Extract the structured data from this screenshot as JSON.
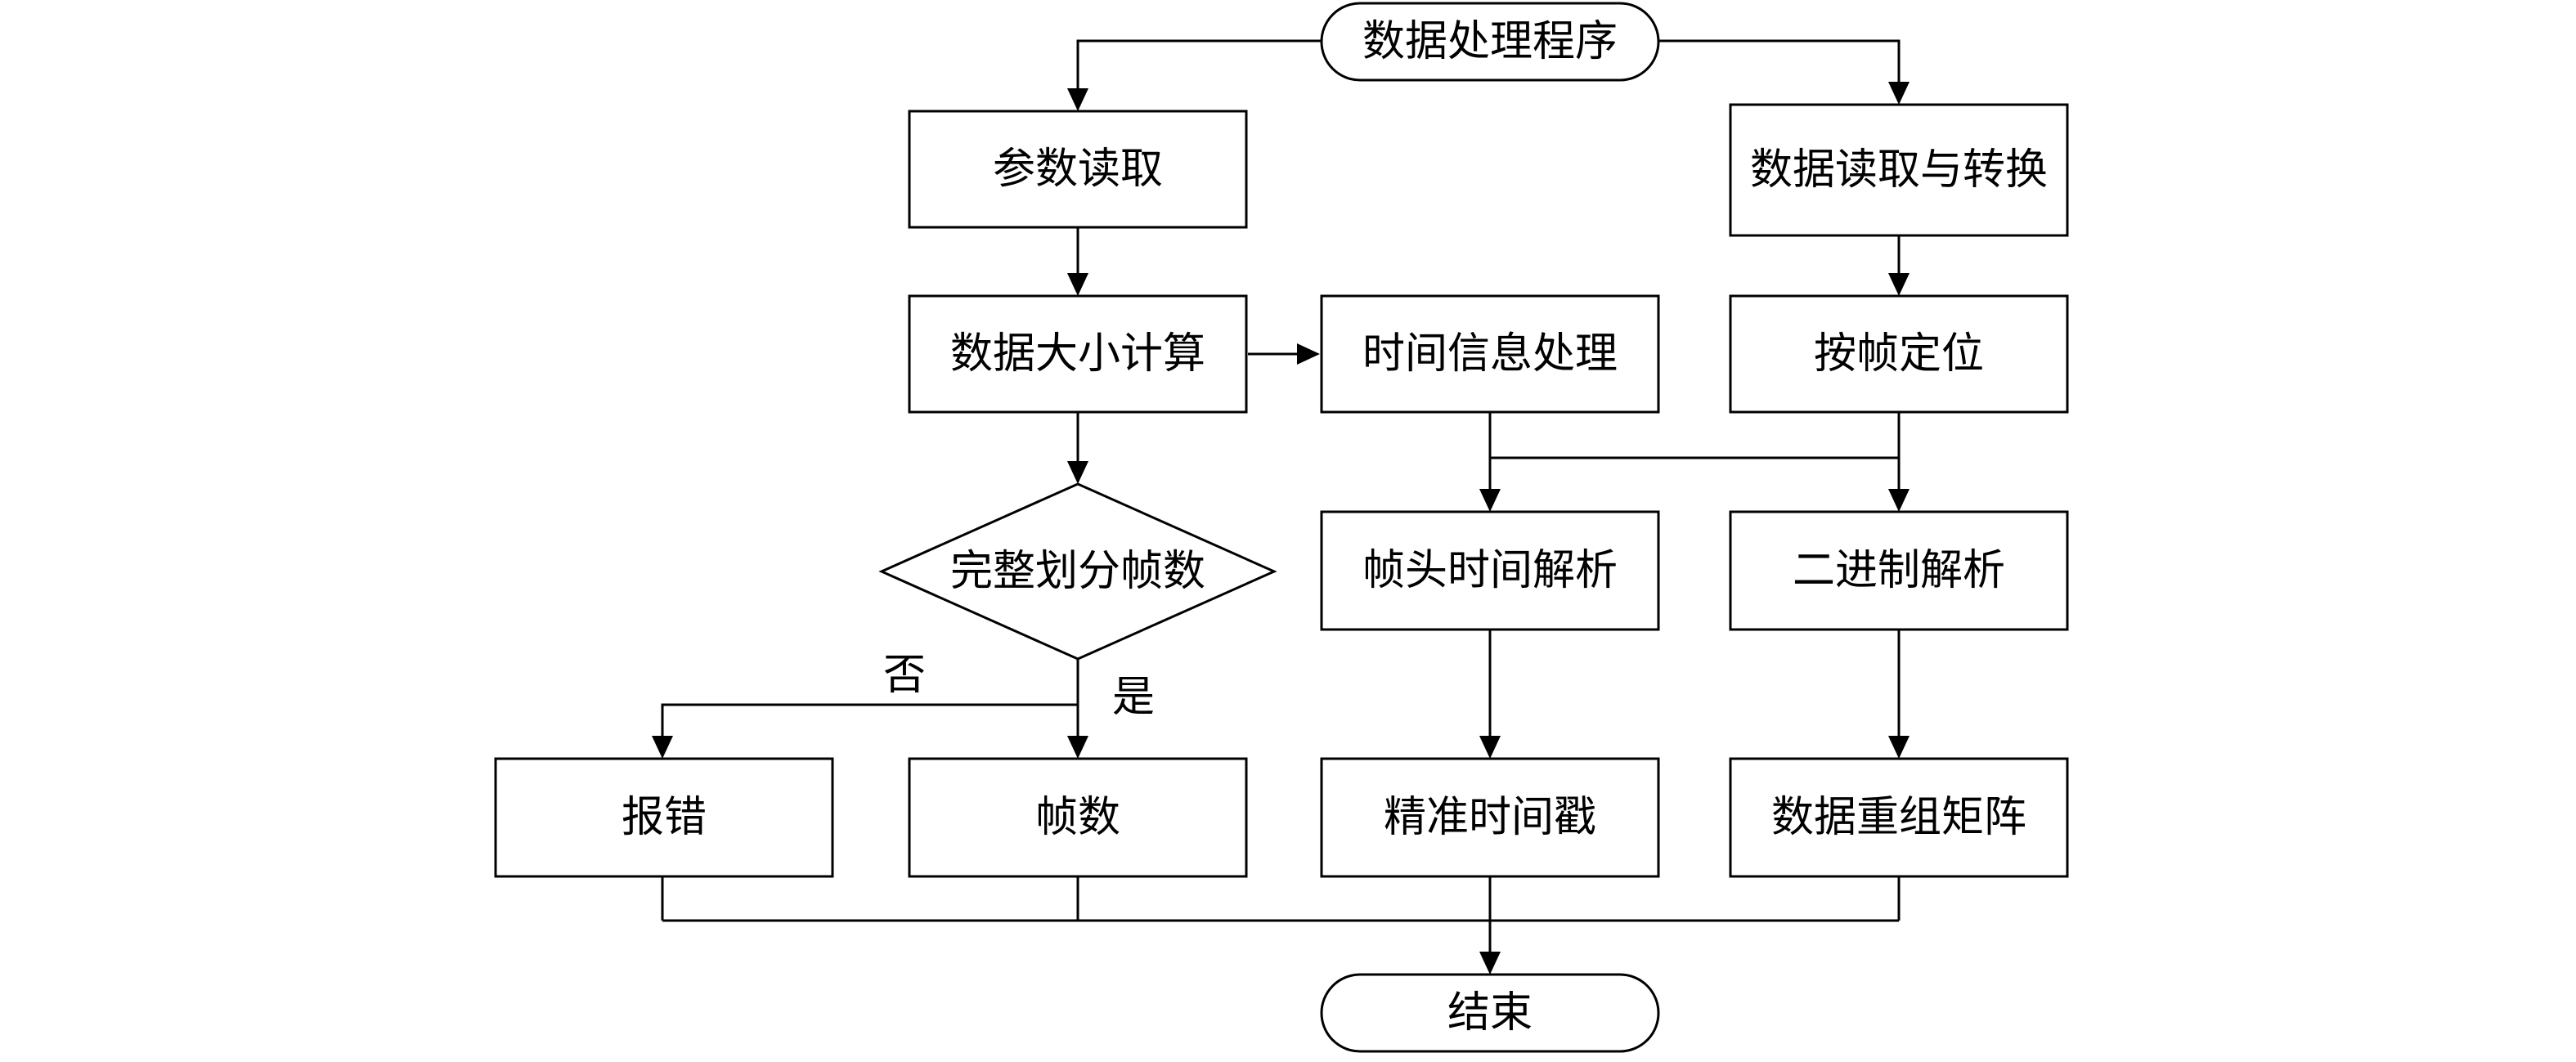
{
  "flowchart": {
    "nodes": {
      "start": "数据处理程序",
      "param_read": "参数读取",
      "data_read_convert": "数据读取与转换",
      "data_size_calc": "数据大小计算",
      "time_info_process": "时间信息处理",
      "frame_locate": "按帧定位",
      "split_frames_decision": "完整划分帧数",
      "frame_header_time_parse": "帧头时间解析",
      "binary_parse": "二进制解析",
      "error_report": "报错",
      "frame_count": "帧数",
      "precise_timestamp": "精准时间戳",
      "data_reshape_matrix": "数据重组矩阵",
      "end": "结束"
    },
    "branch_labels": {
      "no": "否",
      "yes": "是"
    }
  }
}
